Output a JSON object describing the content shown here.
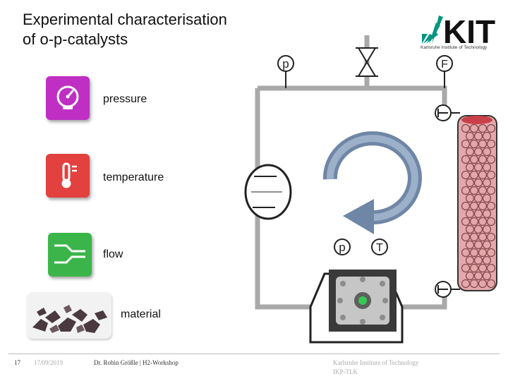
{
  "slide": {
    "title_line1": "Experimental characterisation",
    "title_line2": "of o-p-catalysts"
  },
  "logo": {
    "text": "KIT",
    "subtitle": "Karlsruhe Institute of Technology"
  },
  "items": [
    {
      "label": "pressure",
      "icon": "pressure-gauge-icon",
      "color": "#bf2fc4"
    },
    {
      "label": "temperature",
      "icon": "thermometer-icon",
      "color": "#e2413f"
    },
    {
      "label": "flow",
      "icon": "flow-icon",
      "color": "#3bb54a"
    },
    {
      "label": "material",
      "icon": "catalyst-material-photo"
    }
  ],
  "diagram": {
    "sensor_p_top": "p",
    "sensor_f": "F",
    "sensor_p_cell": "p",
    "sensor_t_cell": "T"
  },
  "footer": {
    "page_number": "17",
    "date": "17/09/2019",
    "author": "Dr. Robin Größle | H2-Workshop",
    "institute_line1": "Karlsruhe Institute of Technology",
    "institute_line2": "IKP-TLK"
  },
  "colors": {
    "kit_green": "#009682",
    "pipe_gray": "#a9a9a9",
    "arrow_blue": "#6f86a6",
    "column_red": "#e3a8ab"
  }
}
